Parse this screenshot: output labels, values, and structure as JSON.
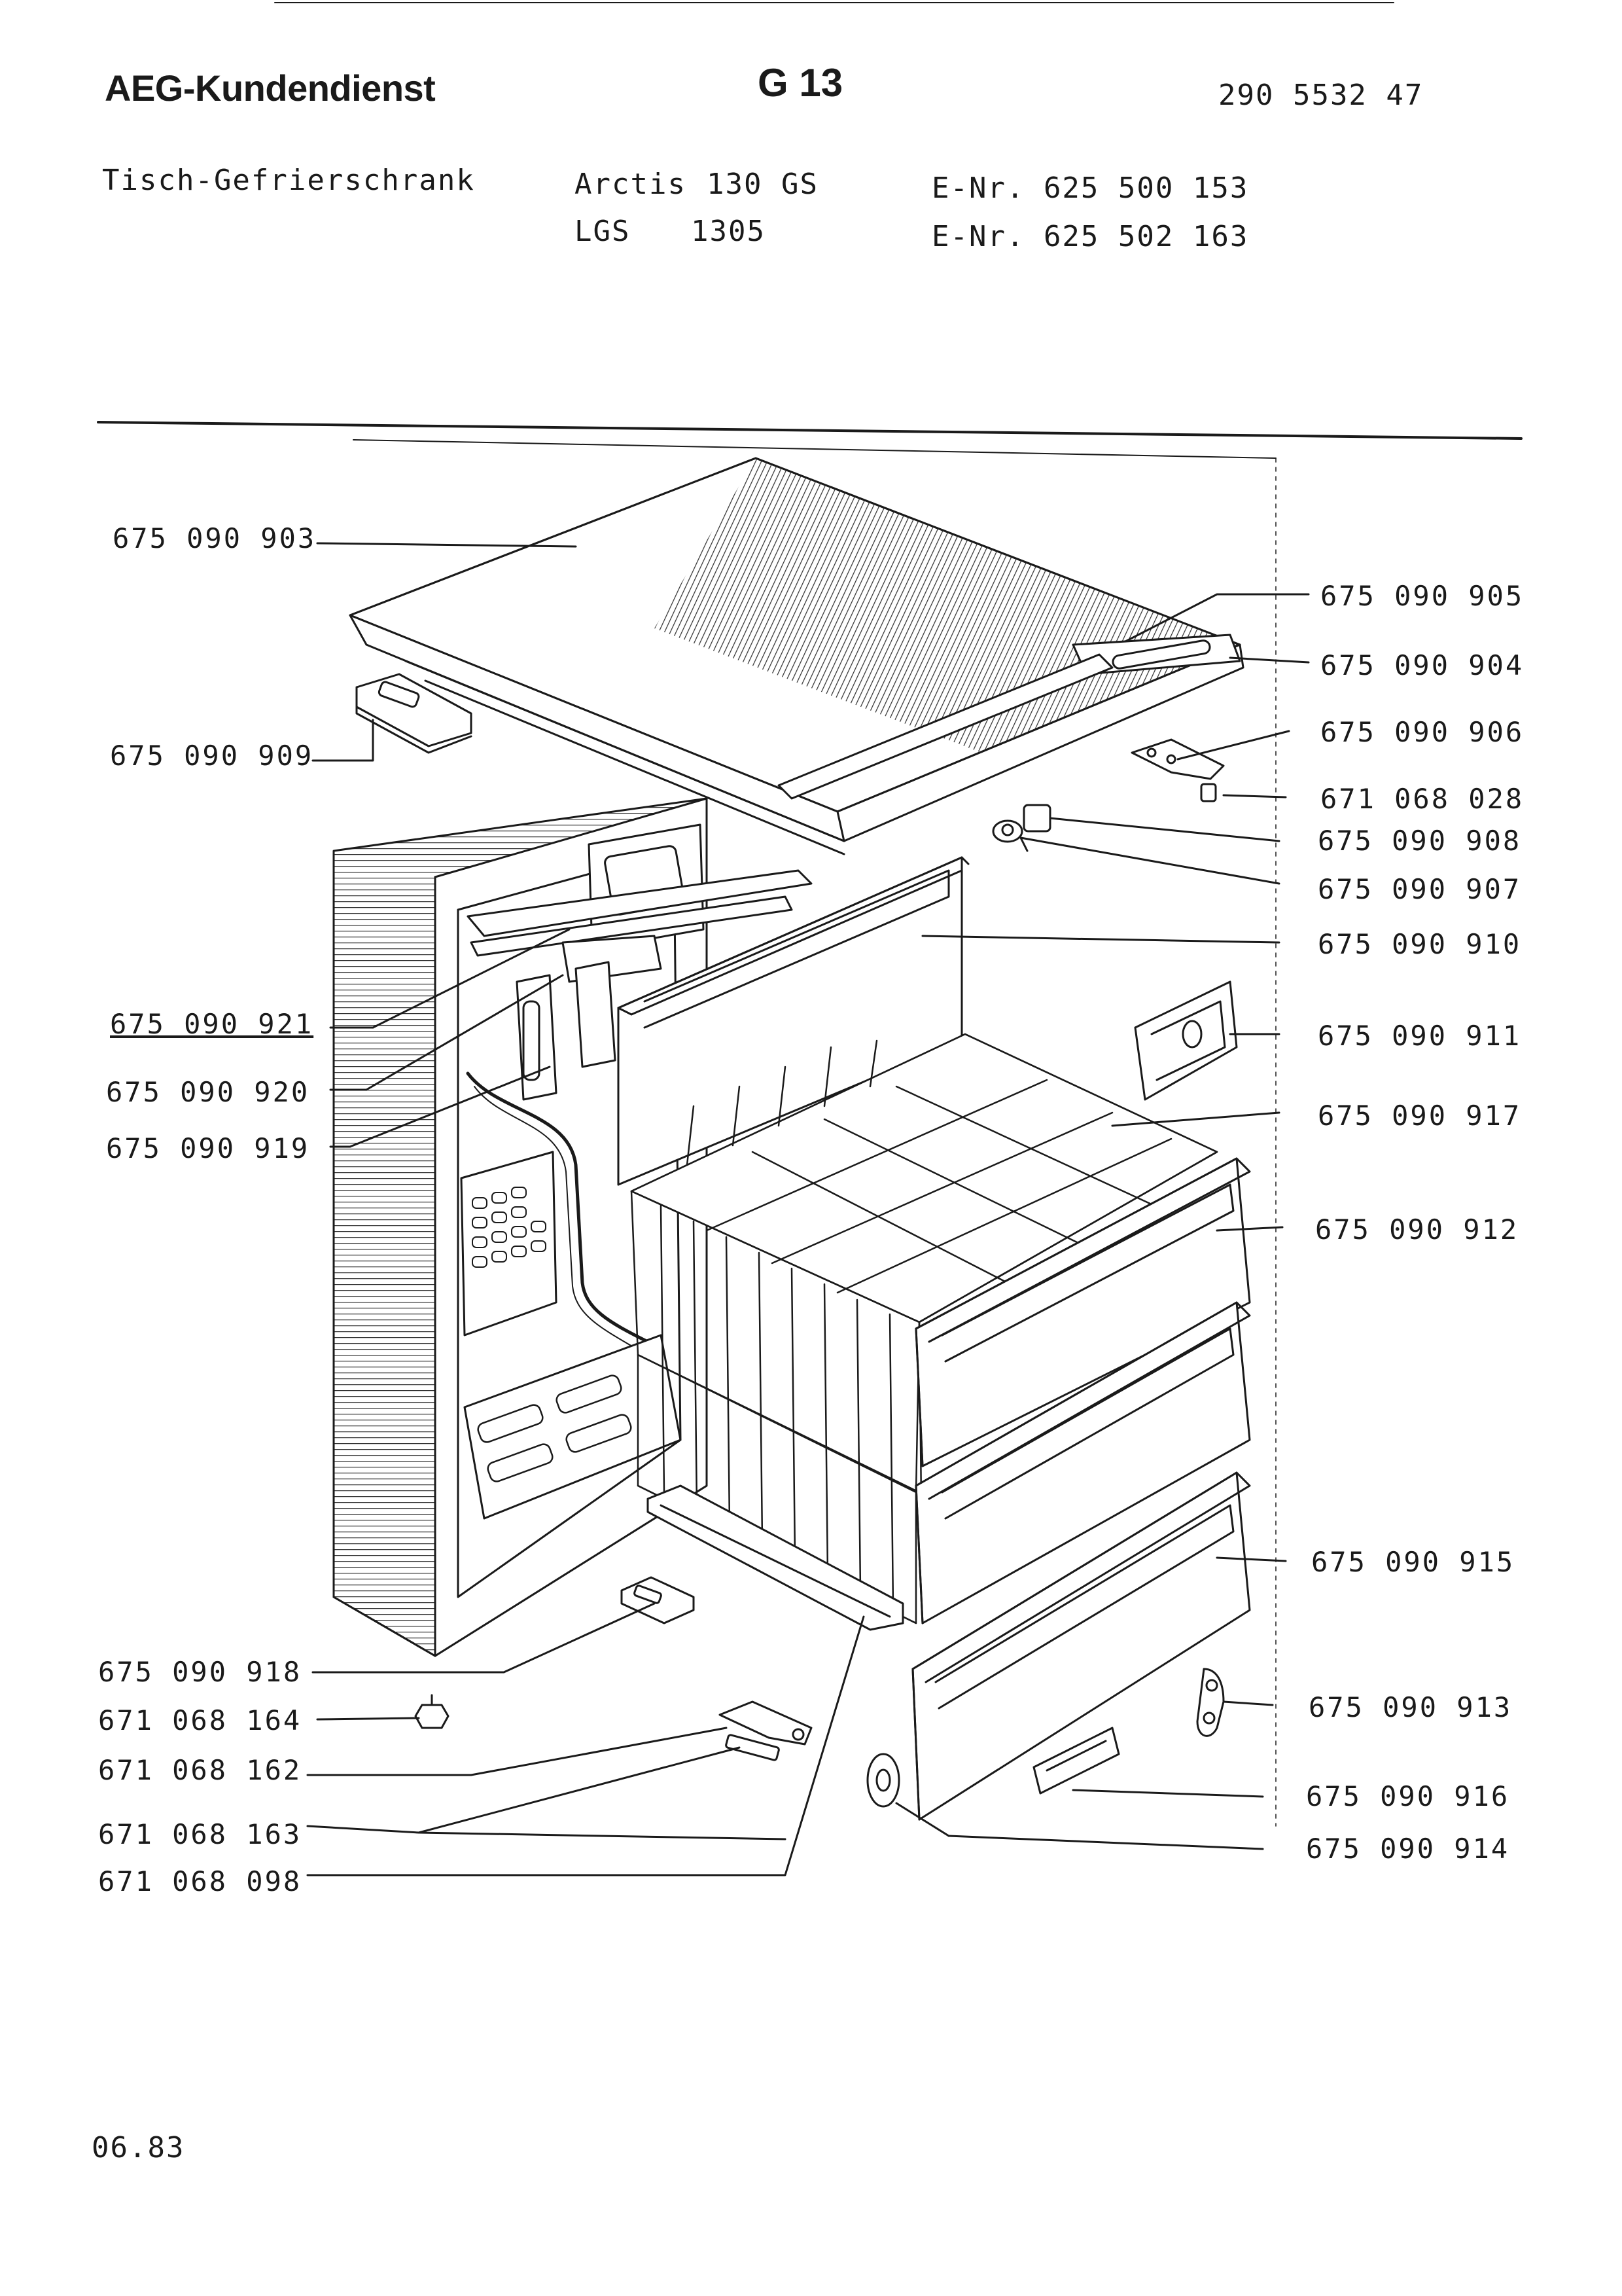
{
  "header": {
    "brand": "AEG-Kundendienst",
    "sheet_code": "G 13",
    "doc_number": "290 5532 47"
  },
  "product": {
    "type": "Tisch-Gefrierschrank",
    "model_1": "Arctis",
    "model_1_no": "130 GS",
    "model_2": "LGS",
    "model_2_no": "1305",
    "enr_1": "E-Nr. 625 500 153",
    "enr_2": "E-Nr. 625 502 163"
  },
  "parts_left": [
    "675 090 903",
    "675 090 909",
    "675 090 921",
    "675 090 920",
    "675 090 919",
    "675 090 918",
    "671 068 164",
    "671 068 162",
    "671 068 163",
    "671 068 098"
  ],
  "parts_right": [
    "675 090 905",
    "675 090 904",
    "675 090 906",
    "671 068 028",
    "675 090 908",
    "675 090 907",
    "675 090 910",
    "675 090 911",
    "675 090 917",
    "675 090 912",
    "675 090 915",
    "675 090 913",
    "675 090 916",
    "675 090 914"
  ],
  "footer": {
    "date": "06.83"
  }
}
